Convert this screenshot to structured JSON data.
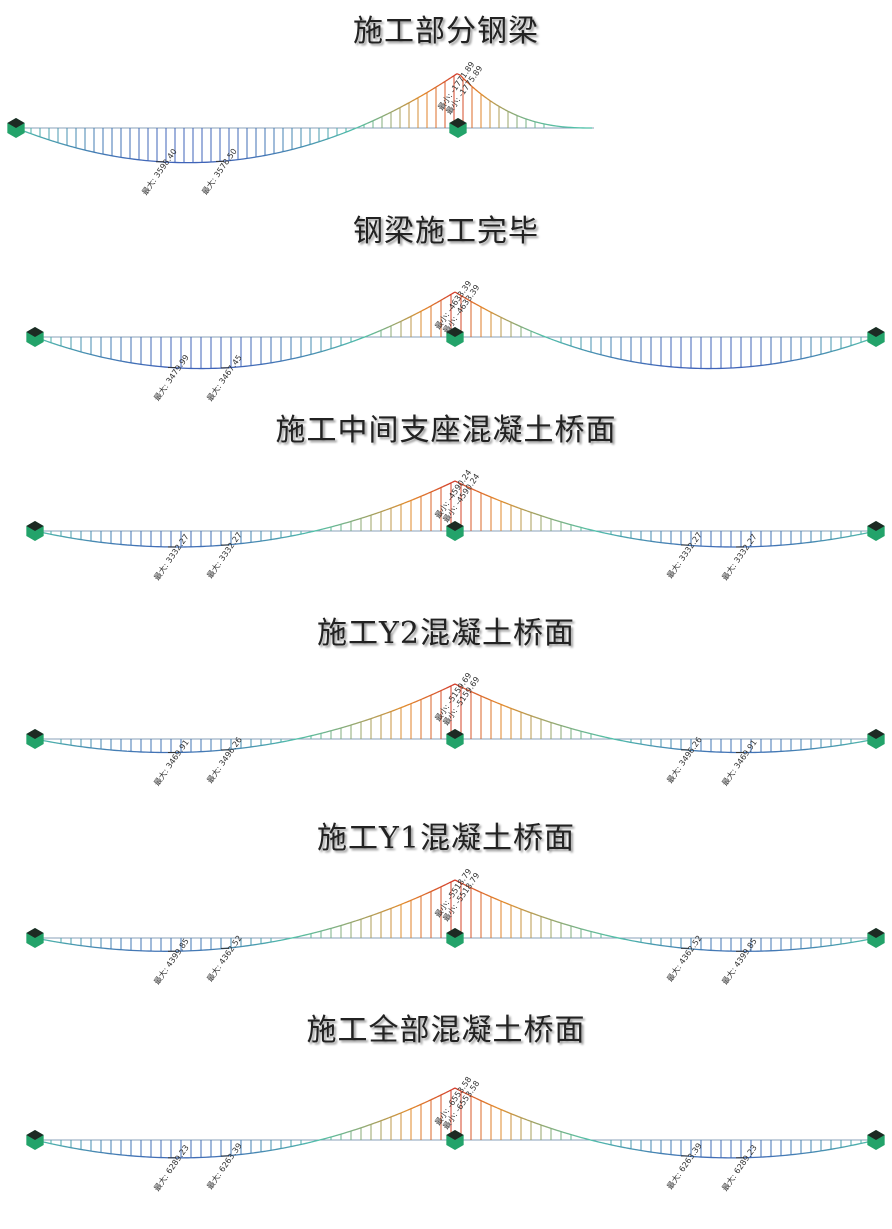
{
  "panels": [
    {
      "title": "施工部分钢梁",
      "sagging_labels": [
        "最大: 3598.40",
        "最大: 3578.50"
      ],
      "hogging_labels": [
        "最小: -1771.89",
        "最小: -1775.89"
      ]
    },
    {
      "title": "钢梁施工完毕",
      "sagging_labels": [
        "最大: 3479.99",
        "最大: 3467.45"
      ],
      "hogging_labels": [
        "最小: -4633.39",
        "最小: -4633.39"
      ]
    },
    {
      "title": "施工中间支座混凝土桥面",
      "sagging_labels": [
        "最大: 3332.27",
        "最大: 3332.27",
        "最大: 3332.27",
        "最大: 3332.27"
      ],
      "hogging_labels": [
        "最小: -4590.24",
        "最小: -4590.24"
      ]
    },
    {
      "title": "施工Y2混凝土桥面",
      "sagging_labels": [
        "最大: 3469.91",
        "最大: 3496.26",
        "最大: 3496.26",
        "最大: 3469.91"
      ],
      "hogging_labels": [
        "最小: -5159.69",
        "最小: -5159.69"
      ]
    },
    {
      "title": "施工Y1混凝土桥面",
      "sagging_labels": [
        "最大: 4399.85",
        "最大: 4362.52",
        "最大: 4362.52",
        "最大: 4399.85"
      ],
      "hogging_labels": [
        "最小: -5518.79",
        "最小: -5518.79"
      ]
    },
    {
      "title": "施工全部混凝土桥面",
      "sagging_labels": [
        "最大: 6289.23",
        "最大: 6263.39",
        "最大: 6263.39",
        "最大: 6289.23"
      ],
      "hogging_labels": [
        "最小: -6553.58",
        "最小: -6553.58"
      ]
    }
  ],
  "colors": {
    "support_fill": "#23a36a",
    "support_dark": "#1d2a23",
    "sagging": "#3f63b8",
    "transition": "#4fc0a8",
    "hogging": "#e28a2a",
    "hogging_peak": "#d23a2a"
  }
}
